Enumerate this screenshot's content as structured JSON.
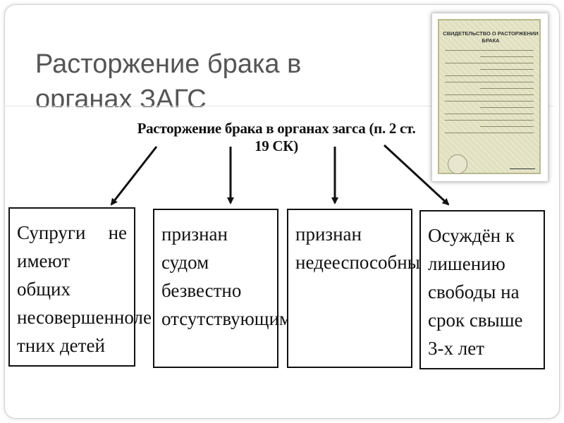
{
  "slide": {
    "title": "Расторжение брака в органах ЗАГС"
  },
  "diagram": {
    "heading": "Расторжение брака в органах загса (п. 2 ст. 19 СК)",
    "boxes": [
      {
        "text": "Супруги не имеют общих несовершенноле тних детей"
      },
      {
        "text": "признан судом безвестно отсутствующим"
      },
      {
        "text": "признан недееспособным"
      },
      {
        "text": "Осуждён к лишению свободы на срок свыше 3-х лет"
      }
    ]
  },
  "certificate": {
    "title": "СВИДЕТЕЛЬСТВО О РАСТОРЖЕНИИ БРАКА"
  },
  "colors": {
    "title_text": "#555555",
    "diagram_ink": "#111111",
    "certificate_paper": "#e7e6c9"
  }
}
